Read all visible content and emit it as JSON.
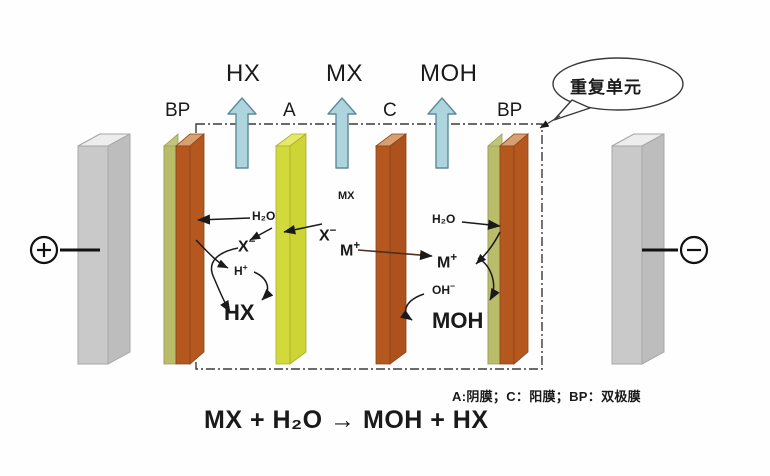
{
  "diagram": {
    "title_callout": "重复单元",
    "legend": "A:阴膜；C：阳膜；BP：双极膜",
    "equation": "MX + H₂O  →  MOH + HX",
    "colors": {
      "electrode": "#c9c9c9",
      "electrode_top": "#e4e4e4",
      "electrode_side": "#b0b0b0",
      "bipolar_brown": "#b5581f",
      "bipolar_olive": "#b9bd6a",
      "anion_membrane": "#d2d93a",
      "cation_membrane": "#b5581f",
      "arrow_fill": "#aed4de",
      "arrow_stroke": "#5a8b99",
      "outline": "#1a1a1a",
      "background": "#fefefe"
    }
  },
  "electrodes": [
    {
      "name": "anode",
      "sign": "+",
      "position": "left"
    },
    {
      "name": "cathode",
      "sign": "−",
      "position": "right"
    }
  ],
  "membranes": [
    {
      "id": "bp-left",
      "label": "BP",
      "type": "bipolar"
    },
    {
      "id": "a",
      "label": "A",
      "type": "anion"
    },
    {
      "id": "c",
      "label": "C",
      "type": "cation"
    },
    {
      "id": "bp-right",
      "label": "BP",
      "type": "bipolar"
    }
  ],
  "product_arrows": [
    {
      "id": "hx",
      "label": "HX"
    },
    {
      "id": "mx",
      "label": "MX"
    },
    {
      "id": "moh",
      "label": "MOH"
    }
  ],
  "species": {
    "acid_chamber": {
      "water": "H₂O",
      "anion": "X",
      "anion_charge": "−",
      "proton": "H",
      "proton_charge": "+",
      "product": "HX"
    },
    "feed_chamber": {
      "salt": "MX",
      "anion": "X",
      "anion_charge": "−",
      "cation": "M",
      "cation_charge": "+"
    },
    "base_chamber": {
      "water": "H₂O",
      "cation": "M",
      "cation_charge": "+",
      "hydroxide": "OH",
      "hydroxide_charge": "−",
      "product": "MOH"
    }
  }
}
